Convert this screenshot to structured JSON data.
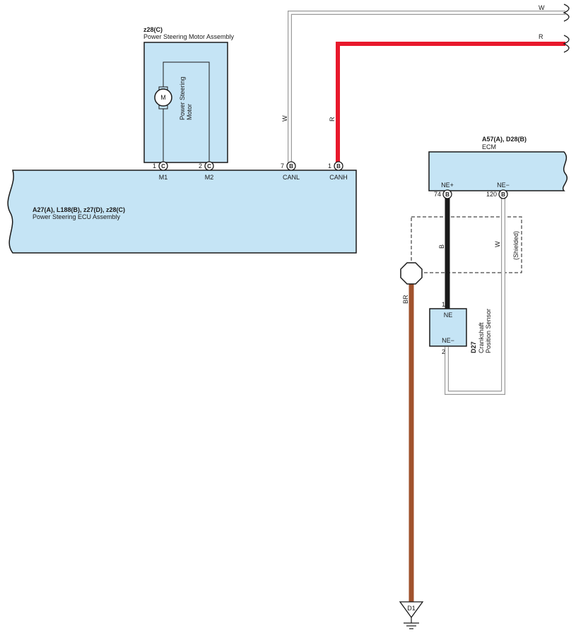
{
  "components": {
    "motor_assembly": {
      "id": "z28(C)",
      "name": "Power Steering Motor Assembly",
      "motor_symbol": "M",
      "motor_name_line1": "Power Steering",
      "motor_name_line2": "Motor"
    },
    "ecu_assembly": {
      "id": "A27(A), L188(B), z27(D), z28(C)",
      "name": "Power Steering ECU Assembly"
    },
    "ecm": {
      "id": "A57(A), D28(B)",
      "name": "ECM"
    },
    "crank_sensor": {
      "id": "D27",
      "name_line1": "Crankshaft",
      "name_line2": "Position Sensor",
      "pin_ne": "NE",
      "pin_ne_neg": "NE−"
    }
  },
  "pins": {
    "m1": {
      "num": "1",
      "conn": "C",
      "label": "M1"
    },
    "m2": {
      "num": "2",
      "conn": "C",
      "label": "M2"
    },
    "canl": {
      "num": "7",
      "conn": "B",
      "label": "CANL"
    },
    "canh": {
      "num": "1",
      "conn": "B",
      "label": "CANH"
    },
    "ne_pos": {
      "num": "74",
      "conn": "B",
      "label": "NE+"
    },
    "ne_neg": {
      "num": "120",
      "conn": "B",
      "label": "NE−"
    },
    "sensor_1": {
      "num": "1"
    },
    "sensor_2": {
      "num": "2"
    }
  },
  "wires": {
    "canl": {
      "color_code": "W",
      "hex": "#ffffff"
    },
    "canh": {
      "color_code": "R",
      "hex": "#e8192c"
    },
    "ne_pos": {
      "color_code": "B",
      "hex": "#1a1a1a"
    },
    "ne_neg": {
      "color_code": "W",
      "hex": "#ffffff"
    },
    "shield": {
      "color_code": "BR",
      "hex": "#a0522d",
      "label": "(Shielded)"
    }
  },
  "ground": {
    "label": "D1"
  },
  "colors": {
    "component_fill": "#c5e4f5",
    "outline": "#1a1a1a"
  }
}
